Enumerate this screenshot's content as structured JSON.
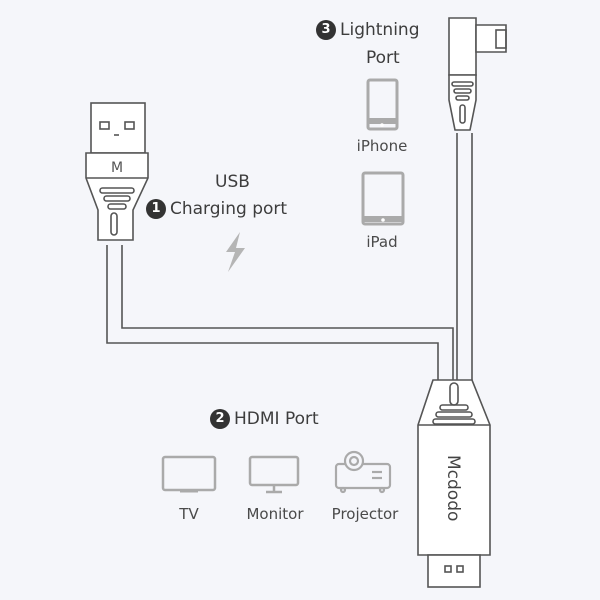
{
  "ports": {
    "lightning": {
      "number": "3",
      "title_line1": "Lightning",
      "title_line2": "Port",
      "devices": [
        {
          "label": "iPhone",
          "icon": "iphone-icon"
        },
        {
          "label": "iPad",
          "icon": "ipad-icon"
        }
      ]
    },
    "usb": {
      "number": "1",
      "title_line1": "USB",
      "title_line2": "Charging port",
      "icon": "lightning-bolt-icon"
    },
    "hdmi": {
      "number": "2",
      "title": "HDMI Port",
      "devices": [
        {
          "label": "TV",
          "icon": "tv-icon"
        },
        {
          "label": "Monitor",
          "icon": "monitor-icon"
        },
        {
          "label": "Projector",
          "icon": "projector-icon"
        }
      ]
    }
  },
  "brand": {
    "text": "Mcdodo",
    "logo": "M"
  },
  "colors": {
    "background": "#f5f6fa",
    "line": "#555555",
    "icon_gray": "#b0b0b0",
    "badge": "#333333"
  }
}
